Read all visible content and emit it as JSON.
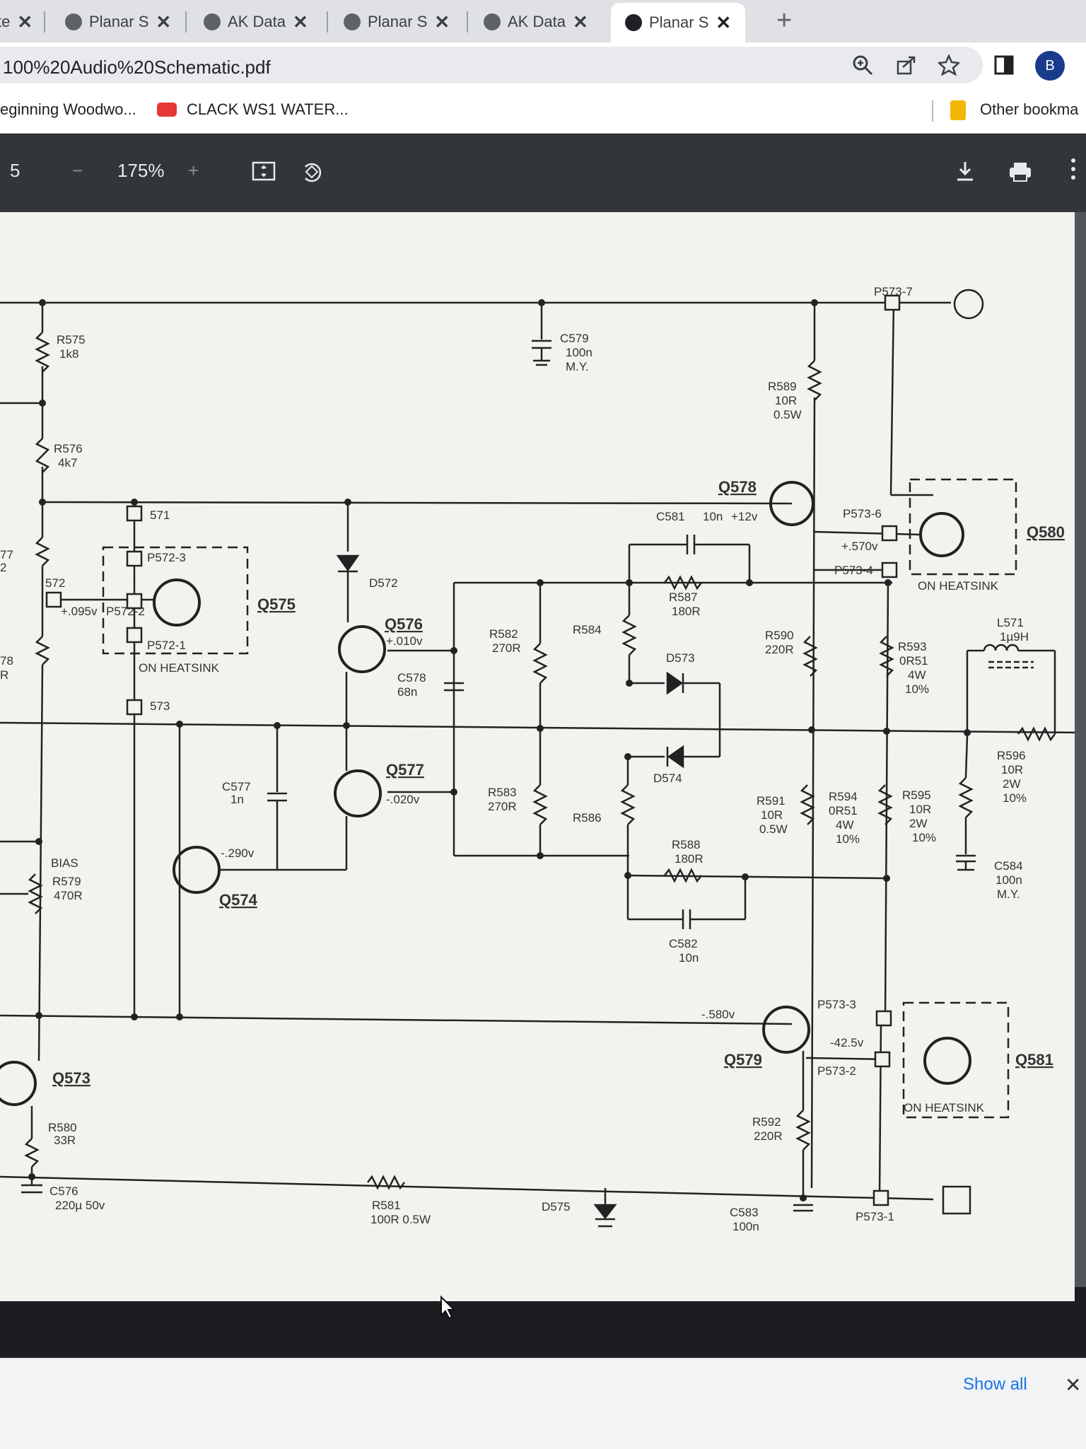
{
  "tabs": [
    {
      "title": "te",
      "active": false
    },
    {
      "title": "Planar S",
      "active": false
    },
    {
      "title": "AK Data",
      "active": false
    },
    {
      "title": "Planar S",
      "active": false
    },
    {
      "title": "AK Data",
      "active": false
    },
    {
      "title": "Planar S",
      "active": true
    }
  ],
  "tab_close": "✕",
  "new_tab": "+",
  "address": {
    "url": "100%20Audio%20Schematic.pdf"
  },
  "profile_initial": "B",
  "bookmarks": [
    {
      "label": "eginning Woodwo..."
    },
    {
      "label": "CLACK WS1 WATER..."
    }
  ],
  "other_bookmarks": "Other bookma",
  "pdf_toolbar": {
    "page": "5",
    "zoom": "175%",
    "minus": "−",
    "plus": "+"
  },
  "downloads": {
    "show_all": "Show all",
    "close": "✕"
  },
  "schematic": {
    "labels": [
      "R575",
      "1k8",
      "R576",
      "4k7",
      "C579",
      "100n",
      "M.Y.",
      "R589",
      "10R",
      "0.5W",
      "P573-7",
      "Q578",
      "+12v",
      "C581",
      "10n",
      "P573-6",
      "+.570v",
      "Q580",
      "P573-4",
      "ON HEATSINK",
      "571",
      "P572-3",
      "572",
      "+.095v",
      "P572-2",
      "P572-1",
      "ON HEATSINK",
      "Q575",
      "573",
      "D572",
      "Q576",
      "+.010v",
      "C578",
      "68n",
      "R582",
      "270R",
      "R584",
      "R587",
      "180R",
      "D573",
      "R590",
      "220R",
      "R593",
      "0R51",
      "4W",
      "10%",
      "L571",
      "1µ9H",
      "R596",
      "10R",
      "2W",
      "10%",
      "Q577",
      "-.020v",
      "C577",
      "1n",
      "R583",
      "270R",
      "R586",
      "D574",
      "R591",
      "10R",
      "0.5W",
      "R594",
      "0R51",
      "4W",
      "10%",
      "R595",
      "10R",
      "2W",
      "10%",
      "C584",
      "100n",
      "M.Y.",
      "-.290v",
      "Q574",
      "BIAS",
      "R579",
      "470R",
      "R588",
      "180R",
      "C582",
      "10n",
      "-.580v",
      "P573-3",
      "-42.5v",
      "Q579",
      "P573-2",
      "Q581",
      "ON HEATSINK",
      "Q573",
      "R580",
      "33R",
      "C576",
      "220µ 50v",
      "R581",
      "100R 0.5W",
      "D575",
      "C583",
      "100n",
      "R592",
      "220R",
      "P573-1",
      "77",
      "2",
      "78",
      "R"
    ]
  }
}
